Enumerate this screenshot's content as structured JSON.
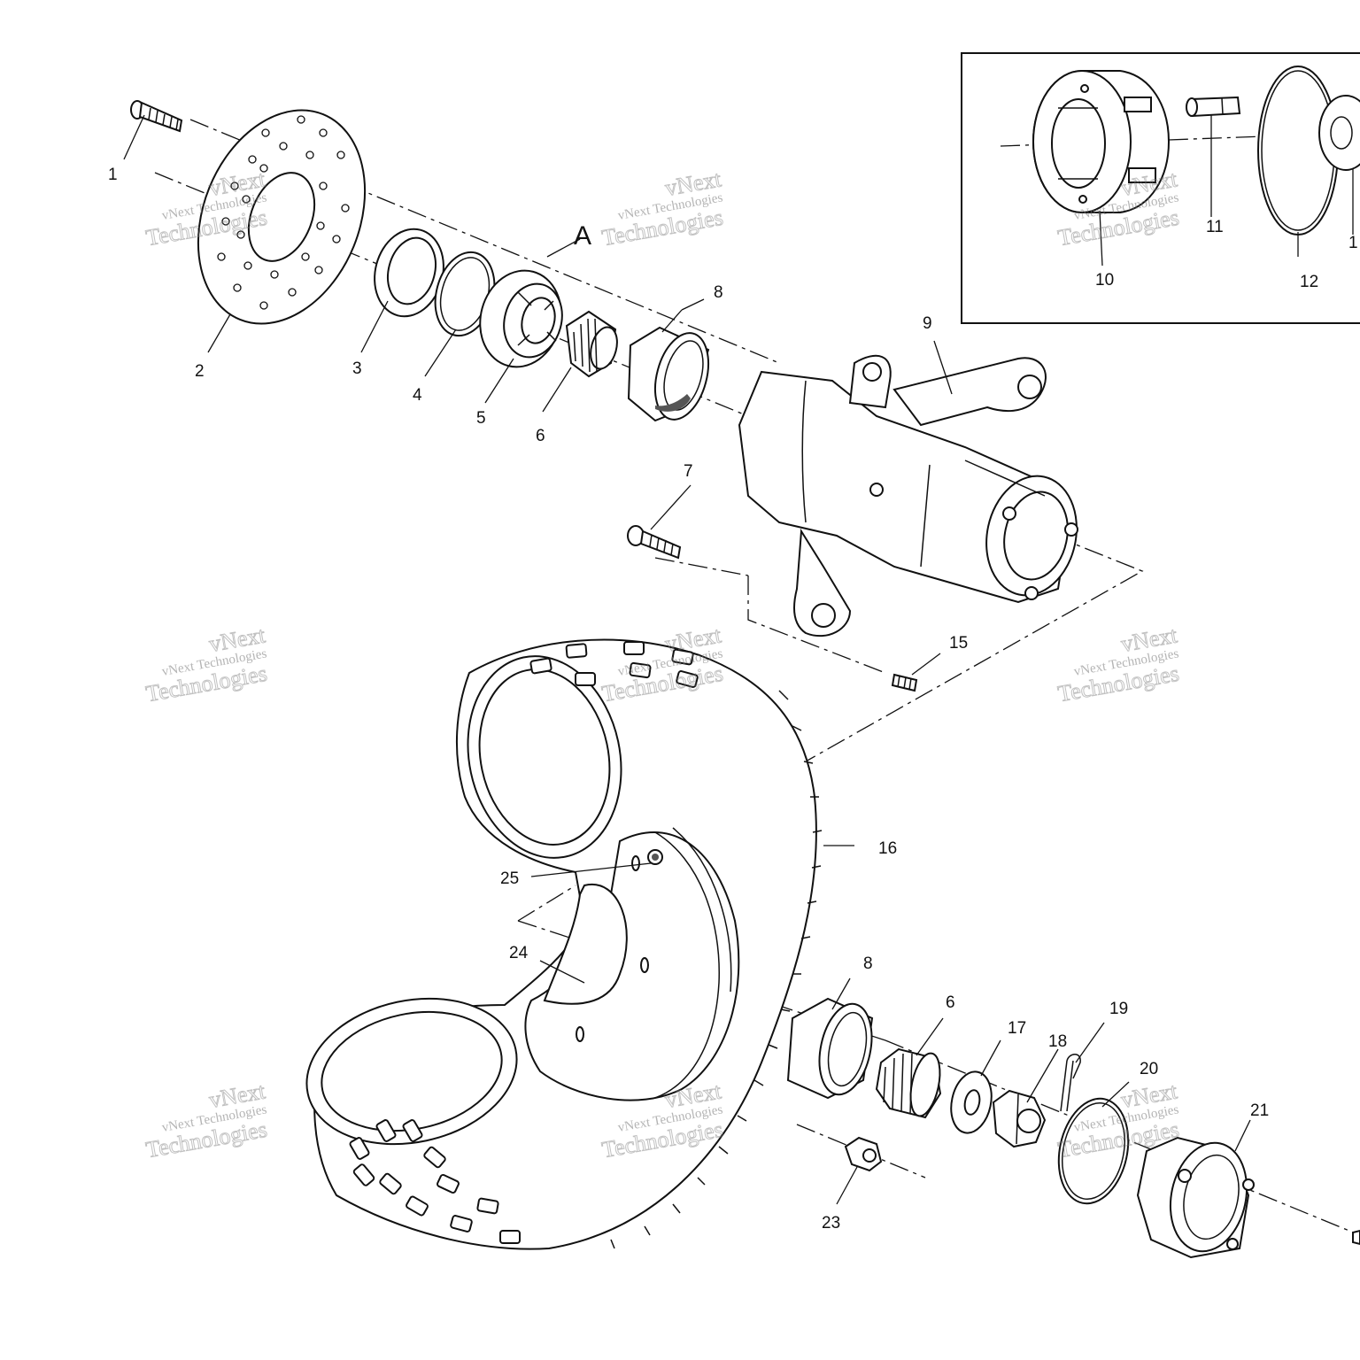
{
  "callouts": {
    "c1": "1",
    "c2": "2",
    "c3": "3",
    "c4": "4",
    "c5": "5",
    "c6": "6",
    "c7": "7",
    "c8": "8",
    "c9": "9",
    "c10": "10",
    "c11": "11",
    "c12": "12",
    "c13": "1",
    "c15": "15",
    "c16": "16",
    "c8b": "8",
    "c6b": "6",
    "c17": "17",
    "c18": "18",
    "c19": "19",
    "c20": "20",
    "c21": "21",
    "c23": "23",
    "c24": "24",
    "c25": "25",
    "cA": "A"
  },
  "watermark": {
    "brand": "vNext",
    "line": "vNext Technologies",
    "outline": "Technologies"
  }
}
